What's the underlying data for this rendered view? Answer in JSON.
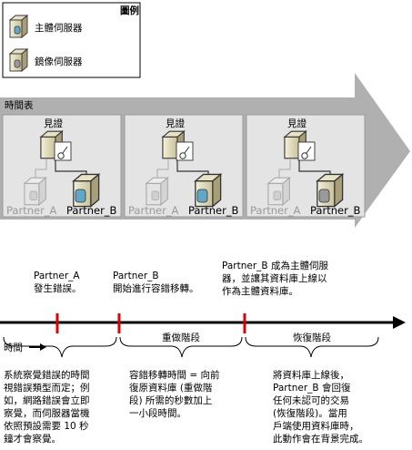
{
  "legend": {
    "title": "圖例",
    "items": [
      {
        "label": "主體伺服器",
        "icon": "principal-server-icon"
      },
      {
        "label": "鏡像伺服器",
        "icon": "mirror-server-icon"
      }
    ]
  },
  "timeline": {
    "label": "時間表",
    "panels": [
      {
        "witness": "見證",
        "partner_a": "Partner_A",
        "partner_b": "Partner_B",
        "principal": "none"
      },
      {
        "witness": "見證",
        "partner_a": "Partner_A",
        "partner_b": "Partner_B",
        "principal": "none"
      },
      {
        "witness": "見證",
        "partner_a": "Partner_A",
        "partner_b": "Partner_B",
        "principal": "partner_b"
      }
    ]
  },
  "events": {
    "a_failure": "Partner_A\n發生錯誤。",
    "b_failover": "Partner_B\n開始進行容錯移轉。",
    "b_principal": "Partner_B 成為主體伺服\n器，並讓其資料庫上線以\n作為主體資料庫。"
  },
  "axis": {
    "label": "時間",
    "redo_phase": "重做階段",
    "undo_phase": "恢復階段"
  },
  "notes": {
    "detect": "系統察覺錯誤的時間\n視錯誤類型而定；例\n如，網路錯誤會立即\n察覺，而伺服器當機\n依照預設需要 10 秒\n鐘才會察覺。",
    "failover_time": "容錯移轉時間 = 向前\n復原資料庫 (重做階\n段) 所需的秒數加上\n一小段時間。",
    "undo": "將資料庫上線後，\nPartner_B 會回復\n任何未認可的交易\n(恢復階段)。當用\n戶端使用資料庫時，\n此動作會在背景完成。"
  },
  "colors": {
    "arrow": "#b0b0b0",
    "panel": "#e4e4e4",
    "tick": "#e00000",
    "principal_db": "#5fa8c8",
    "mirror_db": "#9a9a9a"
  }
}
